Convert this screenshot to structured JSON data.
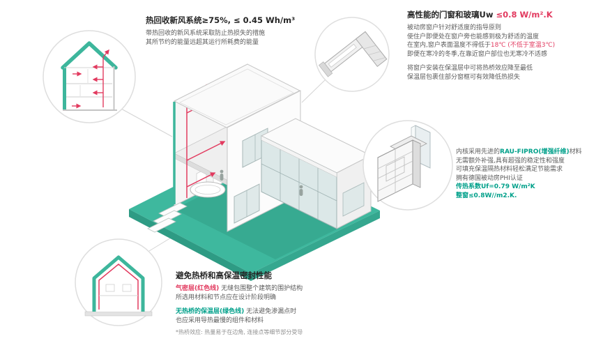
{
  "colors": {
    "teal_fill": "#3eb89e",
    "teal_dark": "#2e9b84",
    "accent_green_text": "#00a08a",
    "accent_red": "#e23a5f",
    "title_dark": "#252525",
    "body_gray": "#5c5c5c"
  },
  "blocks": {
    "heat_recovery": {
      "title": "热回收新风系统≥75%, ≤ 0.45 Wh/m³",
      "line1": "带热回收的新风系统采取防止热损失的措施",
      "line2": "其所节约的能量远超其运行所耗费的能量"
    },
    "windows": {
      "title_pre": "高性能的门窗和玻璃Uw ",
      "title_val": "≤0.8 W/m².K",
      "line1": "被动房窗户针对舒适度的指导原则",
      "line2": "使住户即便处在窗户旁也能感到极为舒适的温度",
      "line3_pre": "在室内,窗户表面温度不得低于",
      "line3_val": "18℃ (不低于室温3℃)",
      "line4": "即便在寒冷的冬季,在靠近窗户部位也无寒冷不适感",
      "line5": "将窗户安装在保温层中可将热桥效应降至最低",
      "line6": "保温层包裹住部分窗框可有效降低热损失"
    },
    "profile": {
      "line1_pre": "内核采用先进的",
      "line1_val": "RAU-FIPRO(增强纤维)",
      "line1_post": "材料",
      "line2": "无需额外补强,具有超强的稳定性和强度",
      "line3": "可填充保温隔热材料轻松满足节能需求",
      "line4": "拥有德国被动房PHI认证",
      "line5": "传热系数Uf=0.79 W/m²K",
      "line6": "整窗≤0.8W//m2.K."
    },
    "thermal": {
      "title": "避免热桥和高保温密封性能",
      "line1_val": "气密层(红色线)",
      "line1_post": " 无缝包围整个建筑的围护结构",
      "line2": "所选用材料和节点应在设计阶段明确",
      "line3_val": "无热桥的保温层(绿色线)",
      "line3_post": " 无法避免渗漏点时",
      "line4": "也应采用导热最慢的组件和材料",
      "footnote": "*热桥效应: 热量易于在边角, 连接点等细节部分受导"
    }
  },
  "icons": {
    "callout1": "house-section-ventilation-icon",
    "callout2": "window-corner-detail-icon",
    "callout3": "window-profile-cross-section-icon",
    "callout4": "thermal-envelope-house-icon",
    "center": "isometric-passive-house-cutaway"
  }
}
